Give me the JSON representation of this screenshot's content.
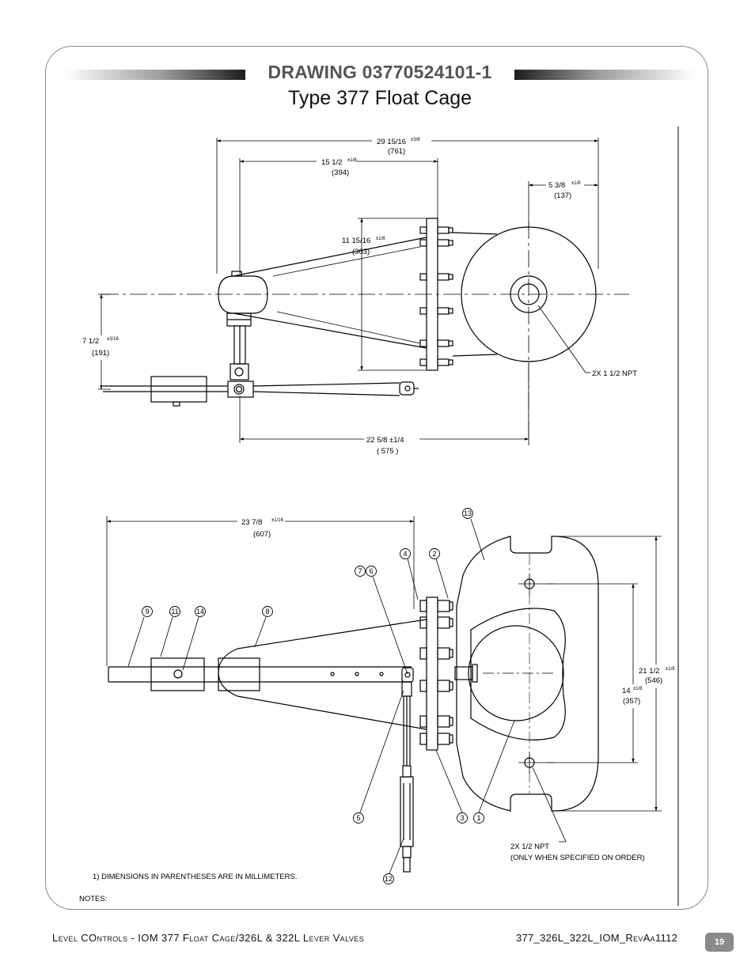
{
  "header": {
    "title": "DRAWING 03770524101-1",
    "subtitle": "Type 377 Float Cage"
  },
  "top_view": {
    "dim_overall": "29 15/16",
    "dim_overall_tol": "±3/8",
    "dim_overall_mm": "(761)",
    "dim_inner": "15 1/2",
    "dim_inner_tol": "±1/8",
    "dim_inner_mm": "(394)",
    "dim_right": "5 3/8",
    "dim_right_tol": "±1/8",
    "dim_right_mm": "(137)",
    "dim_flange": "11 15/16",
    "dim_flange_tol": "±1/8",
    "dim_flange_mm": "(303)",
    "dim_left": "7 1/2",
    "dim_left_tol": "±3/16",
    "dim_left_mm": "(191)",
    "dim_bottom": "22 5/8 ±1/4",
    "dim_bottom_mm": "( 575 )",
    "npt_label": "2X 1 1/2 NPT"
  },
  "front_view": {
    "dim_top": "23 7/8",
    "dim_top_tol": "±1/16",
    "dim_top_mm": "(607)",
    "dim_outer": "21 1/2",
    "dim_outer_tol": "±1/8",
    "dim_outer_mm": "(546)",
    "dim_inner": "14",
    "dim_inner_tol": "±1/8",
    "dim_inner_mm": "(357)",
    "npt_label_1": "2X 1/2 NPT",
    "npt_label_2": "(ONLY WHEN SPECIFIED ON ORDER)",
    "balloons": [
      "13",
      "4",
      "2",
      "7",
      "6",
      "9",
      "11",
      "14",
      "8",
      "5",
      "3",
      "1",
      "12"
    ]
  },
  "notes": {
    "heading": "NOTES:",
    "note_1": "1) DIMENSIONS IN PARENTHESES ARE IN MILLIMETERS."
  },
  "footer": {
    "left": "Level COntrols - IOM 377 Float Cage/326L & 322L Lever Valves",
    "right": "377_326L_322L_IOM_RevAa1112",
    "page_number": "19"
  }
}
